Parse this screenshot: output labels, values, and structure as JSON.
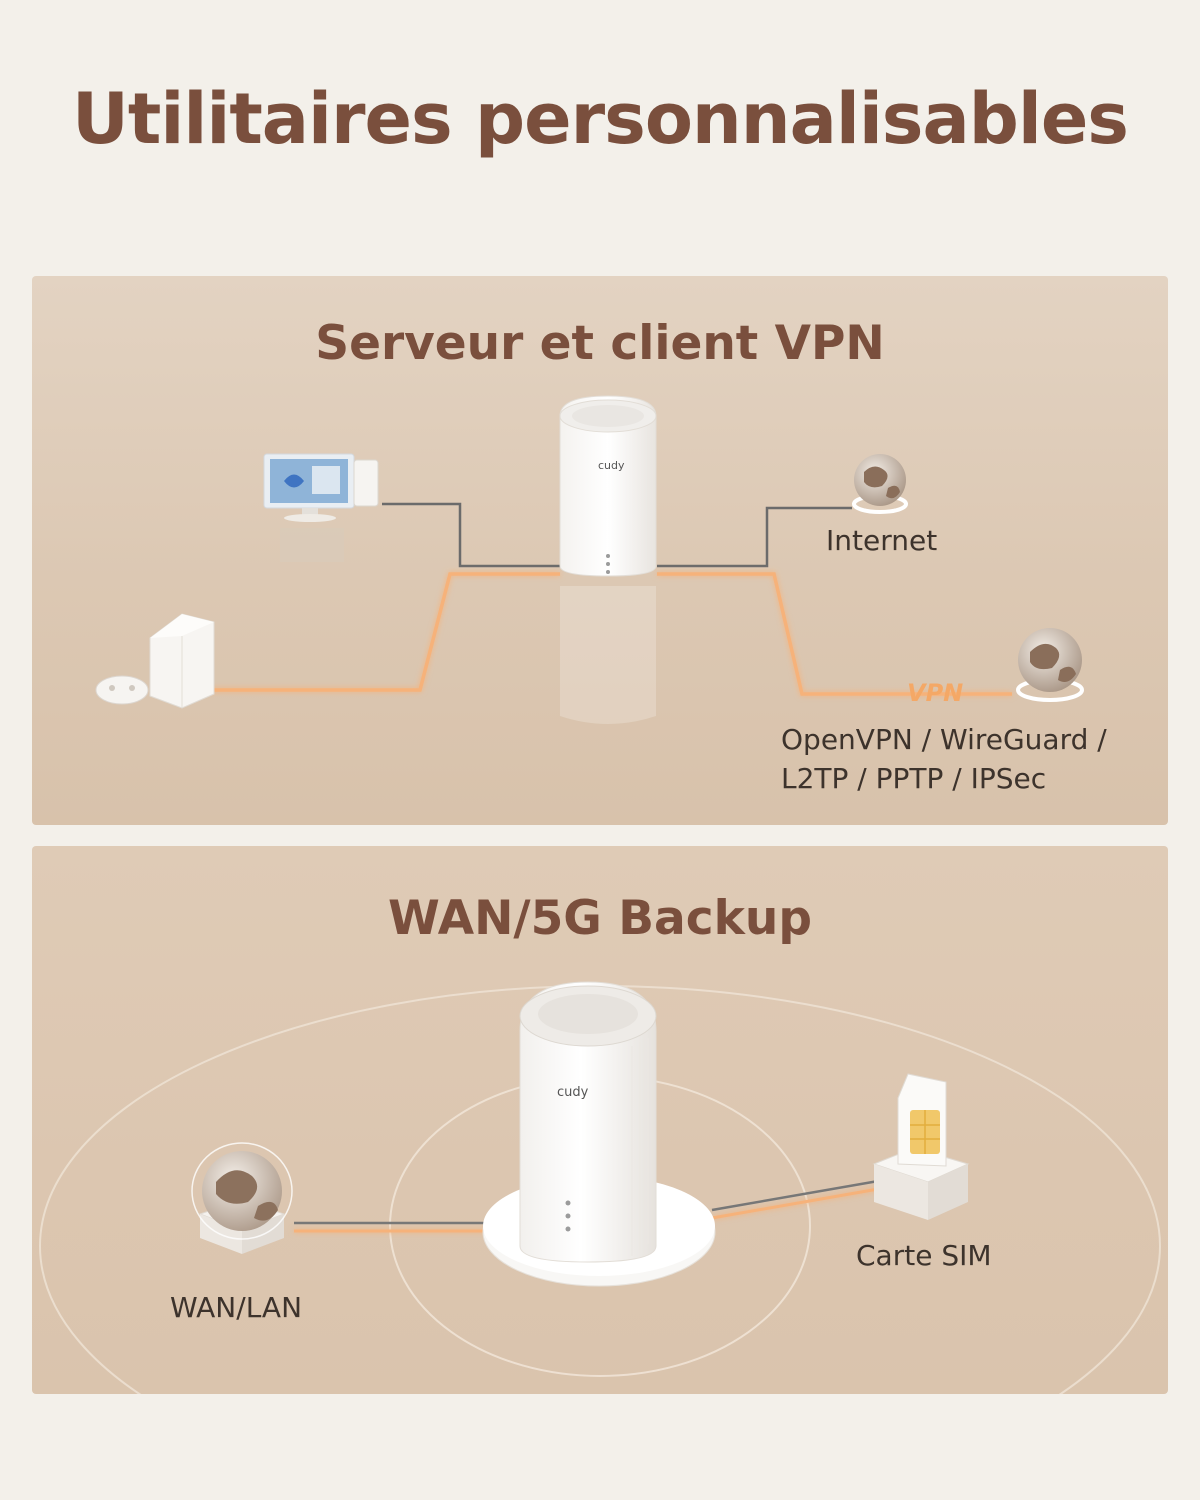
{
  "page": {
    "title": "Utilitaires personnalisables"
  },
  "vpn_panel": {
    "title": "Serveur et client VPN",
    "internet_label": "Internet",
    "vpn_tag": "VPN",
    "protocols_line1": "OpenVPN / WireGuard /",
    "protocols_line2": "L2TP / PPTP / IPSec",
    "router_brand": "cudy"
  },
  "wan_panel": {
    "title": "WAN/5G Backup",
    "wan_label": "WAN/LAN",
    "sim_label": "Carte SIM",
    "router_brand": "cudy"
  },
  "colors": {
    "title_brown": "#7a4f3d",
    "panel_beige": "#dfcbb6",
    "glow_orange": "#f6b27a",
    "cable_gray": "#6b6b6b"
  }
}
